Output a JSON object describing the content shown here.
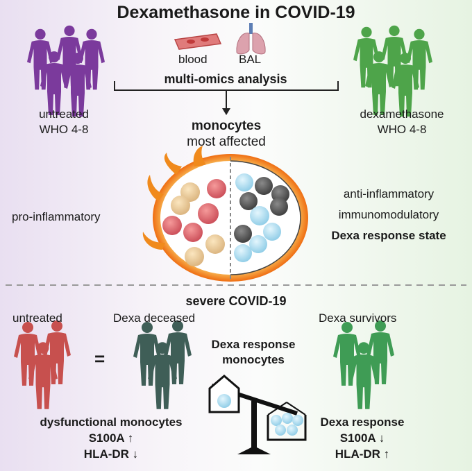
{
  "title": "Dexamethasone in COVID-19",
  "top": {
    "samples": [
      "blood",
      "BAL"
    ],
    "analysis": "multi-omics analysis",
    "left_group": [
      "untreated",
      "WHO 4-8"
    ],
    "right_group": [
      "dexamethasone",
      "WHO 4-8"
    ],
    "result_bold": "monocytes",
    "result_sub": "most affected"
  },
  "middle": {
    "left_label": "pro-inflammatory",
    "right_labels": [
      "anti-inflammatory",
      "immunomodulatory"
    ],
    "right_bold": "Dexa response state"
  },
  "bottom": {
    "heading": "severe COVID-19",
    "groups": [
      "untreated",
      "Dexa deceased",
      "Dexa survivors"
    ],
    "equals": "=",
    "center_title": [
      "Dexa response",
      "monocytes"
    ],
    "left_caption": [
      "dysfunctional monocytes",
      "S100A ↑",
      "HLA-DR ↓"
    ],
    "right_caption": [
      "Dexa response",
      "S100A ↓",
      "HLA-DR ↑"
    ]
  },
  "colors": {
    "purple": "#7b3a9c",
    "green_light": "#4ea44a",
    "red": "#c7504e",
    "dark_teal": "#3f5e57",
    "green_mid": "#3f9c55",
    "fire": "#f08a1c"
  }
}
